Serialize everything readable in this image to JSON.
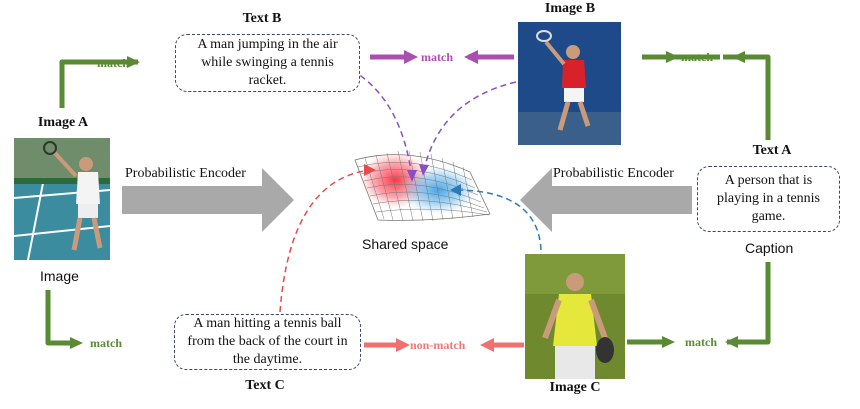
{
  "image_a": {
    "title": "Image A",
    "type_label": "Image"
  },
  "image_b": {
    "title": "Image B"
  },
  "image_c": {
    "title": "Image C"
  },
  "text_a": {
    "title": "Text A",
    "caption": "A person that is playing in a tennis game.",
    "type_label": "Caption"
  },
  "text_b": {
    "title": "Text B",
    "caption": "A man jumping in the air while swinging a tennis racket."
  },
  "text_c": {
    "title": "Text C",
    "caption": "A man hitting a tennis ball from the back of the court in the daytime."
  },
  "labels": {
    "match_top_left": "match",
    "match_top_mid": "match",
    "match_top_right": "match",
    "match_bottom_left": "match",
    "non_match": "non-match",
    "match_bottom_right": "match"
  },
  "encoder": {
    "left": "Probabilistic Encoder",
    "right": "Probabilistic Encoder"
  },
  "shared_space": "Shared space",
  "colors": {
    "green": "#5a8a33",
    "purple": "#a94fb0",
    "red": "#e84a4a",
    "blue": "#2b79b8",
    "gray": "#a9a9a9"
  }
}
